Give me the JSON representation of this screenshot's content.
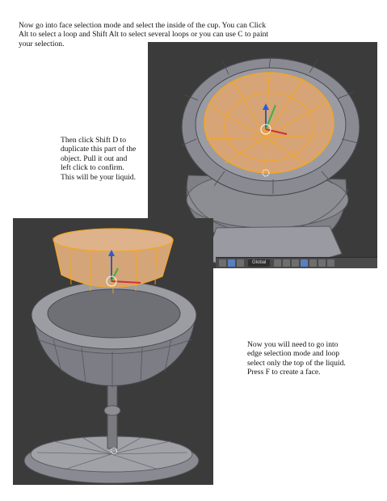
{
  "instructions": {
    "intro": "Now go into face selection mode and select the inside of the cup. You can Click Alt to select a loop and Shift Alt to select several loops or you can use C to paint your selection.",
    "duplicate": "Then click Shift D to duplicate this part of  the object. Pull it out and left click to confirm. This will be your liquid.",
    "edge_mode": "Now you will need to go into edge selection mode and loop select only the top of the liquid. Press F to create a face."
  },
  "viewport_header": {
    "orientation": "Global"
  },
  "icons": [
    "view-icon",
    "select-mode-icon",
    "orientation-icon",
    "pivot-icon",
    "snap-icon",
    "proportional-icon",
    "layer-icon"
  ],
  "colors": {
    "background": "#ffffff",
    "viewport": "#3b3b3b",
    "mesh": "#8e8e94",
    "selection": "#f5a623",
    "selected_face": "#d9a571"
  }
}
